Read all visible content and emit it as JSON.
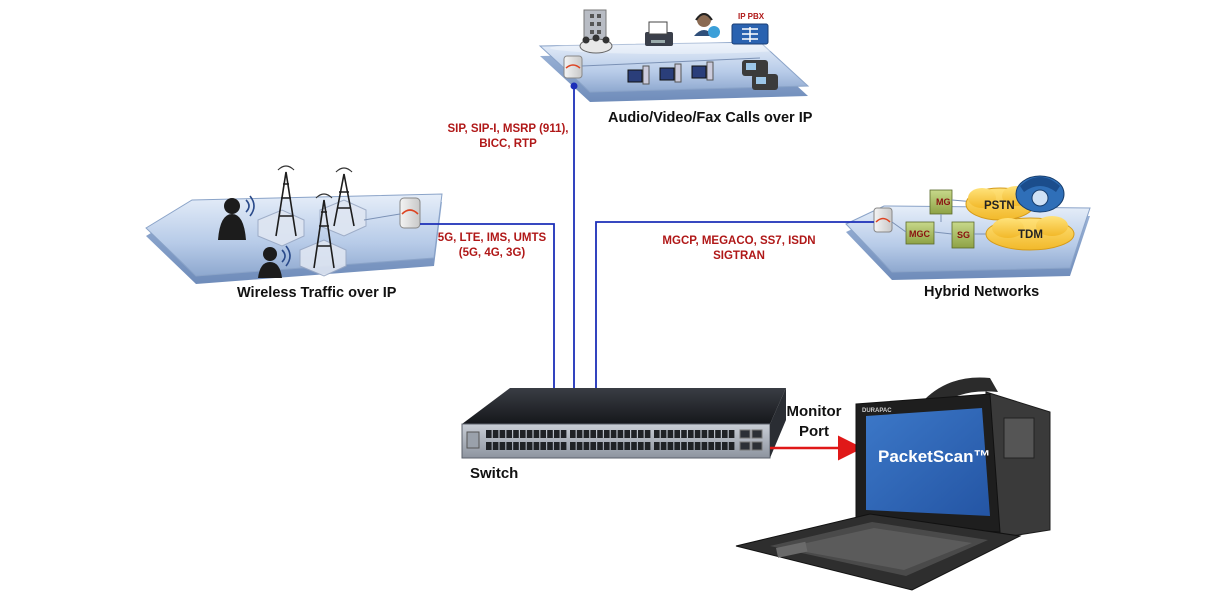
{
  "networks": {
    "audio_video_fax": {
      "caption": "Audio/Video/Fax Calls over IP",
      "pbx_tag": "IP PBX"
    },
    "wireless": {
      "caption": "Wireless Traffic over IP"
    },
    "hybrid": {
      "caption": "Hybrid Networks",
      "nodes": [
        "PSTN",
        "TDM",
        "MG",
        "MGC",
        "SG"
      ]
    }
  },
  "protocols": {
    "voip": [
      "SIP, SIP-I, MSRP (911),",
      "BICC, RTP"
    ],
    "wireless": [
      "5G, LTE, IMS, UMTS",
      "(5G, 4G, 3G)"
    ],
    "hybrid": [
      "MGCP, MEGACO, SS7, ISDN",
      "SIGTRAN"
    ]
  },
  "switch": {
    "label": "Switch"
  },
  "monitor_port": {
    "label_line1": "Monitor",
    "label_line2": "Port"
  },
  "analyzer": {
    "brand": "DURAPAC",
    "screen_text": "PacketScan™"
  },
  "colors": {
    "link": "#1c2fb8",
    "mirror": "#e01818",
    "protocol_text": "#b01818",
    "platform": "#b9cbe6",
    "screen": "#2f66b8"
  },
  "icons": [
    "building-icon",
    "conference-phone-icon",
    "fax-icon",
    "headset-agent-icon",
    "ip-pbx-icon",
    "pc-icon",
    "ip-phone-icon",
    "router-icon",
    "cell-tower-icon",
    "mobile-user-icon",
    "media-gateway-icon",
    "telephone-icon",
    "network-switch-icon",
    "rugged-laptop-icon"
  ]
}
